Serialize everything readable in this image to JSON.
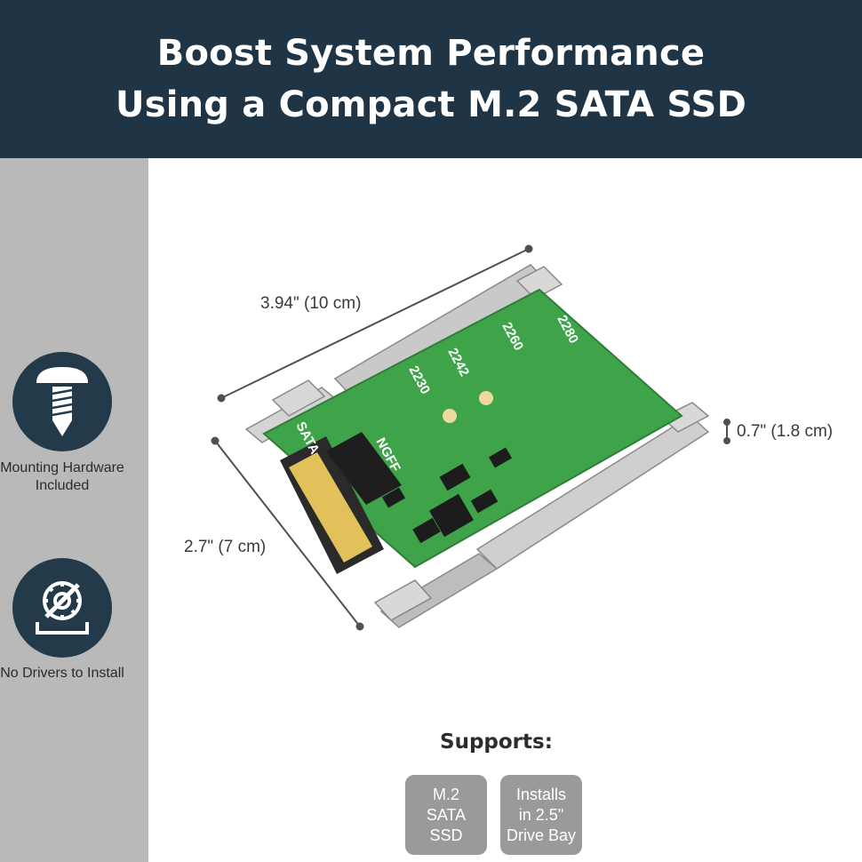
{
  "header": {
    "title_line1": "Boost System Performance",
    "title_line2": "Using a Compact M.2 SATA SSD"
  },
  "sidebar": {
    "features": [
      {
        "icon": "screw-icon",
        "label_line1": "Mounting Hardware",
        "label_line2": "Included"
      },
      {
        "icon": "no-drivers-icon",
        "label_line1": "No Drivers to Install"
      }
    ]
  },
  "product": {
    "silk_labels": [
      "2280",
      "2260",
      "2242",
      "2230",
      "NGFF",
      "SATA"
    ],
    "dimensions": {
      "length": "3.94\" (10 cm)",
      "width": "2.7\" (7 cm)",
      "height": "0.7\" (1.8 cm)"
    }
  },
  "supports": {
    "title": "Supports:",
    "badges": [
      {
        "lines": [
          "M.2",
          "SATA",
          "SSD"
        ]
      },
      {
        "lines": [
          "Installs",
          "in 2.5\"",
          "Drive Bay"
        ]
      }
    ]
  },
  "colors": {
    "header_bg": "#1f3545",
    "sidebar_bg": "#b9b9b9",
    "icon_circle": "#233a4a",
    "pcb_green": "#3fa34a",
    "badge_bg": "#9a9a9a"
  }
}
